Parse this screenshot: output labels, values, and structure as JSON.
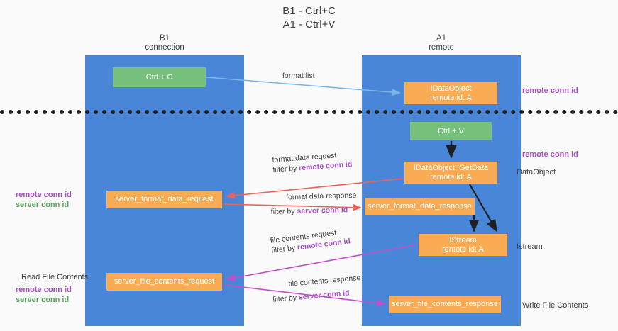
{
  "title": "B1 - Ctrl+C\nA1 - Ctrl+V",
  "columns": [
    {
      "id": "b1",
      "label": "B1\nconnection"
    },
    {
      "id": "a1",
      "label": "A1\nremote"
    }
  ],
  "nodes": {
    "ctrl_c": {
      "label": "Ctrl + C",
      "color": "#78c17d",
      "lane": "b1"
    },
    "idataobject": {
      "label": "IDataObject\nremote id: A",
      "color": "#f9ac54",
      "lane": "a1"
    },
    "ctrl_v": {
      "label": "Ctrl + V",
      "color": "#78c17d",
      "lane": "a1"
    },
    "getdata": {
      "label": "IDataObject::GetData\nremote id: A",
      "color": "#f9ac54",
      "lane": "a1"
    },
    "sfd_request": {
      "label": "server_format_data_request",
      "color": "#f9ac54",
      "lane": "b1"
    },
    "sfd_response": {
      "label": "server_format_data_response",
      "color": "#f9ac54",
      "lane": "a1"
    },
    "istream": {
      "label": "IStream\nremote id: A",
      "color": "#f9ac54",
      "lane": "a1"
    },
    "sfc_request": {
      "label": "server_file_contents_request",
      "color": "#f9ac54",
      "lane": "b1"
    },
    "sfc_response": {
      "label": "server_file_contents_response",
      "color": "#f9ac54",
      "lane": "a1"
    }
  },
  "edge_labels": {
    "format_list": {
      "line1": "format list"
    },
    "format_data_request": {
      "line1": "format data request",
      "filter_prefix": "filter by ",
      "filter_key": "remote conn id"
    },
    "format_data_response": {
      "line1": "format data response",
      "filter_prefix": "filter by ",
      "filter_key": "server conn id"
    },
    "file_contents_request": {
      "line1": "file contents request",
      "filter_prefix": "filter by ",
      "filter_key": "remote conn id"
    },
    "file_contents_response": {
      "line1": "file contents response",
      "filter_prefix": "filter by ",
      "filter_key": "server conn id"
    }
  },
  "annotations": {
    "right_remote_conn_top": "remote conn id",
    "right_remote_conn_mid": "remote conn id",
    "right_dataobject": "DataObject",
    "right_istream": "Istream",
    "right_write_file_contents": "Write File Contents",
    "left_remote_conn": "remote conn id",
    "left_server_conn": "server conn id",
    "left_read_file_contents": "Read File Contents",
    "left_remote_conn_2": "remote conn id",
    "left_server_conn_2": "server conn id"
  },
  "colors": {
    "lane": "#4a86d8",
    "node_green": "#78c17d",
    "node_orange": "#f9ac54",
    "accent_purple": "#a94fc9",
    "accent_green": "#5aa85f",
    "arrow_blue": "#7eb5e8",
    "arrow_red": "#e8635a",
    "arrow_magenta": "#c24fc9",
    "arrow_black": "#1f1f1f",
    "divider": "#1f1f1f",
    "background": "#fafafa"
  }
}
